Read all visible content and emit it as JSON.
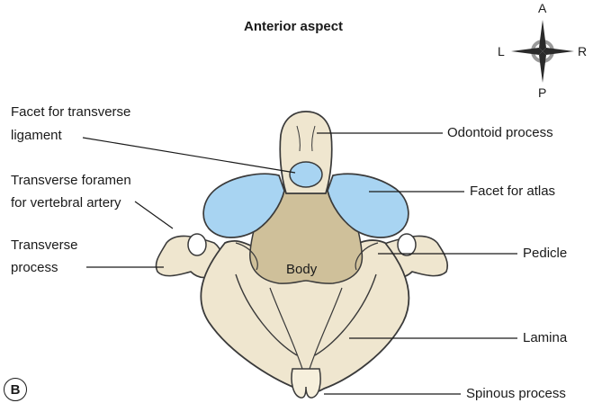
{
  "diagram": {
    "title": "Anterior aspect",
    "panel_label": "B",
    "compass": {
      "north": "A",
      "south": "P",
      "west": "L",
      "east": "R"
    },
    "labels": {
      "facet_transverse_ligament_line1": "Facet for transverse",
      "facet_transverse_ligament_line2": "ligament",
      "transverse_foramen_line1": "Transverse foramen",
      "transverse_foramen_line2": "for vertebral artery",
      "transverse_process_line1": "Transverse",
      "transverse_process_line2": "process",
      "odontoid_process": "Odontoid process",
      "facet_for_atlas": "Facet for atlas",
      "pedicle": "Pedicle",
      "lamina": "Lamina",
      "spinous_process": "Spinous process",
      "body": "Body"
    },
    "colors": {
      "bone": "#efe6cf",
      "bone_shadow": "#d8c9a3",
      "body": "#cfc09a",
      "facet": "#a8d4f2",
      "outline": "#3a3a3a"
    }
  }
}
